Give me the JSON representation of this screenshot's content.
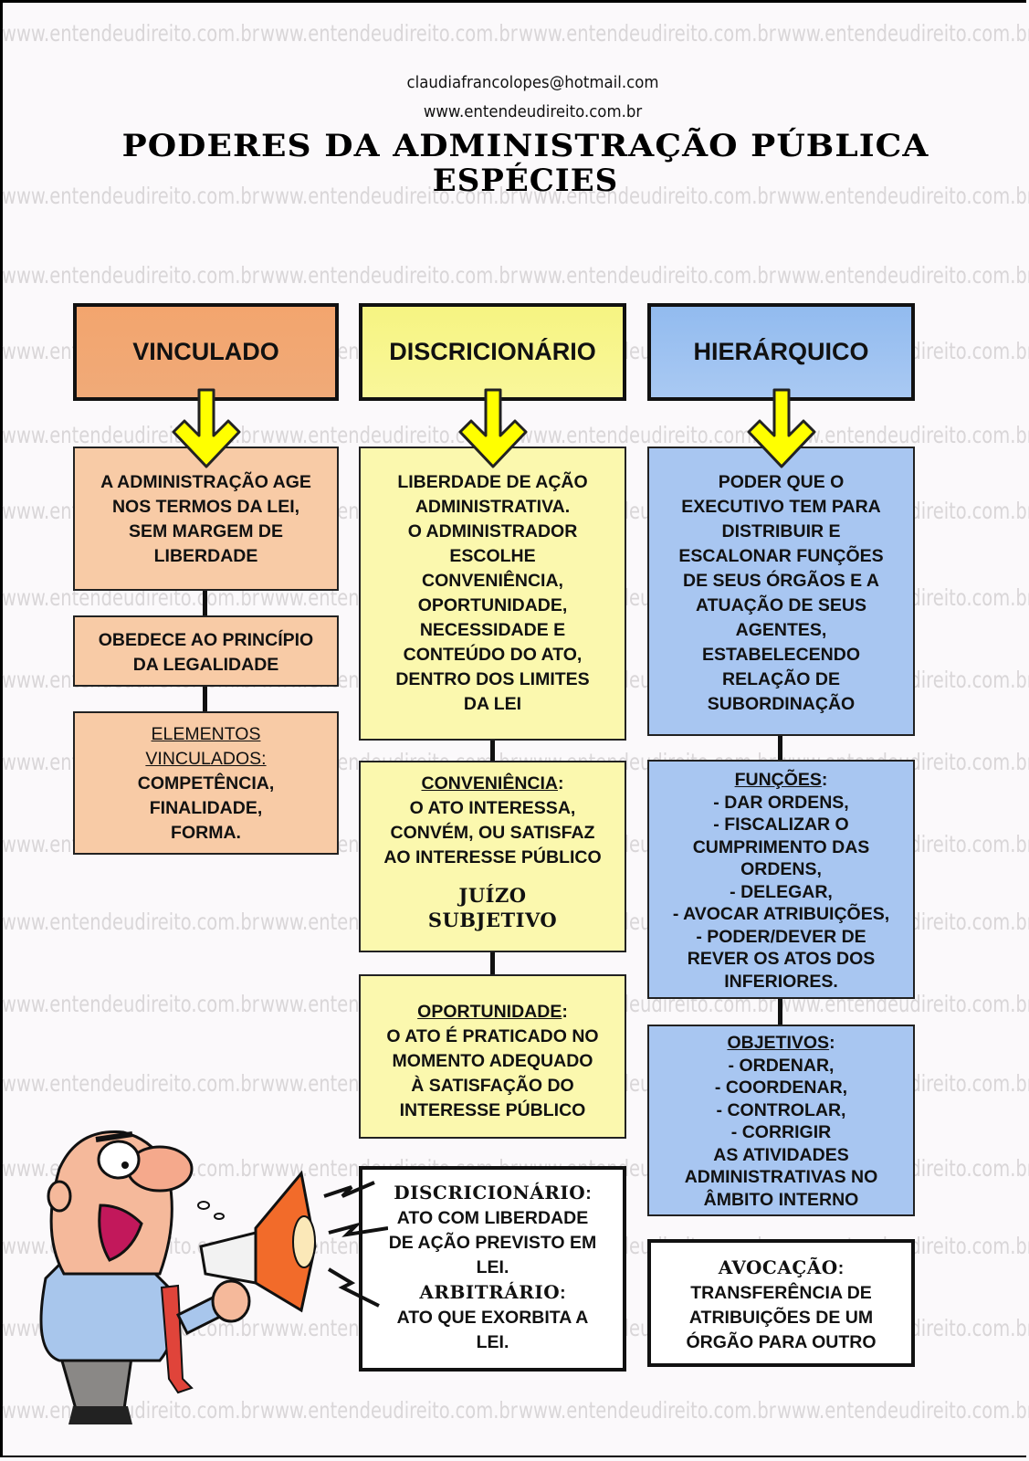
{
  "header": {
    "email": "claudiafrancolopes@hotmail.com",
    "website": "www.entendeudireito.com.br",
    "title_line1": "PODERES DA ADMINISTRAÇÃO PÚBLICA",
    "title_line2": "ESPÉCIES"
  },
  "watermark_text": "www.entendeudireito.com.br",
  "colors": {
    "vinculado": "#f3a56e",
    "discricionario": "#f6f482",
    "hierarquico": "#92bbef",
    "arrow": "#ffff00"
  },
  "columns": {
    "vinculado": {
      "heading": "VINCULADO",
      "box1": [
        "A ADMINISTRAÇÃO AGE",
        "NOS TERMOS DA LEI,",
        "SEM MARGEM DE",
        "LIBERDADE"
      ],
      "box2": [
        "OBEDECE AO PRINCÍPIO",
        "DA LEGALIDADE"
      ],
      "box3": {
        "label_line1": "ELEMENTOS",
        "label_line2": "VINCULADOS:",
        "items": [
          "COMPETÊNCIA,",
          "FINALIDADE,",
          "FORMA."
        ]
      }
    },
    "discricionario": {
      "heading": "DISCRICIONÁRIO",
      "box1": [
        "LIBERDADE DE AÇÃO",
        "ADMINISTRATIVA.",
        "O ADMINISTRADOR",
        "ESCOLHE",
        "CONVENIÊNCIA,",
        "OPORTUNIDADE,",
        "NECESSIDADE E",
        "CONTEÚDO DO ATO,",
        "DENTRO DOS LIMITES",
        "DA LEI"
      ],
      "box2": {
        "label": "CONVENIÊNCIA",
        "lines": [
          "O ATO INTERESSA,",
          "CONVÉM, OU SATISFAZ",
          "AO INTERESSE PÚBLICO"
        ],
        "emphasis1": "JUÍZO",
        "emphasis2": "SUBJETIVO"
      },
      "box3": {
        "label": "OPORTUNIDADE",
        "lines": [
          "O ATO É PRATICADO NO",
          "MOMENTO ADEQUADO",
          "À SATISFAÇÃO DO",
          "INTERESSE PÚBLICO"
        ]
      },
      "note": {
        "term1": "DISCRICIONÁRIO",
        "def1": [
          "ATO COM LIBERDADE",
          "DE AÇÃO PREVISTO EM",
          "LEI."
        ],
        "term2": "ARBITRÁRIO",
        "def2": [
          "ATO QUE EXORBITA A",
          "LEI."
        ]
      }
    },
    "hierarquico": {
      "heading": "HIERÁRQUICO",
      "box1": [
        "PODER QUE O",
        "EXECUTIVO TEM PARA",
        "DISTRIBUIR E",
        "ESCALONAR FUNÇÕES",
        "DE SEUS ÓRGÃOS E A",
        "ATUAÇÃO DE SEUS",
        "AGENTES,",
        "ESTABELECENDO",
        "RELAÇÃO DE",
        "SUBORDINAÇÃO"
      ],
      "box2": {
        "label": "FUNÇÕES",
        "lines": [
          "- DAR ORDENS,",
          "- FISCALIZAR O",
          "CUMPRIMENTO DAS",
          "ORDENS,",
          "- DELEGAR,",
          "- AVOCAR ATRIBUIÇÕES,",
          "- PODER/DEVER DE",
          "REVER OS ATOS DOS",
          "INFERIORES."
        ]
      },
      "box3": {
        "label": "OBJETIVOS",
        "lines": [
          "- ORDENAR,",
          "- COORDENAR,",
          "- CONTROLAR,",
          "- CORRIGIR",
          "AS ATIVIDADES",
          "ADMINISTRATIVAS NO",
          "ÂMBITO INTERNO"
        ]
      },
      "note": {
        "term": "AVOCAÇÃO",
        "def": [
          "TRANSFERÊNCIA DE",
          "ATRIBUIÇÕES DE UM",
          "ÓRGÃO PARA OUTRO"
        ]
      }
    }
  },
  "illustration": "angry man shouting into megaphone"
}
